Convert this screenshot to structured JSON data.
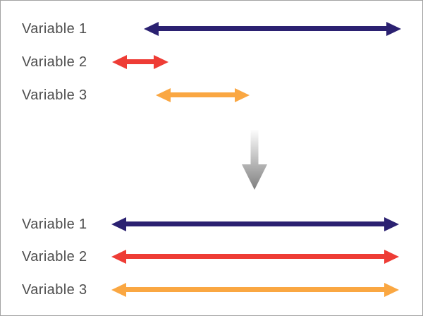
{
  "diagram": {
    "description": "Variable ranges before and after rescaling",
    "colors": {
      "navy": "#2b2171",
      "red": "#ee3c35",
      "orange": "#faa742",
      "label_gray": "#4d4d4d",
      "border_gray": "#a3a3a3"
    },
    "before": {
      "rows": [
        {
          "label": "Variable 1",
          "color": "#2b2171",
          "start": 203,
          "end": 568
        },
        {
          "label": "Variable 2",
          "color": "#ee3c35",
          "start": 158,
          "end": 238
        },
        {
          "label": "Variable 3",
          "color": "#faa742",
          "start": 220,
          "end": 353
        }
      ]
    },
    "transform_arrow": {
      "icon": "down-arrow-icon",
      "gradient_top": "#fdfdfd",
      "gradient_bottom": "#7f7f7f"
    },
    "after": {
      "rows": [
        {
          "label": "Variable 1",
          "color": "#2b2171",
          "start": 157,
          "end": 565
        },
        {
          "label": "Variable 2",
          "color": "#ee3c35",
          "start": 157,
          "end": 565
        },
        {
          "label": "Variable 3",
          "color": "#faa742",
          "start": 157,
          "end": 565
        }
      ]
    }
  }
}
